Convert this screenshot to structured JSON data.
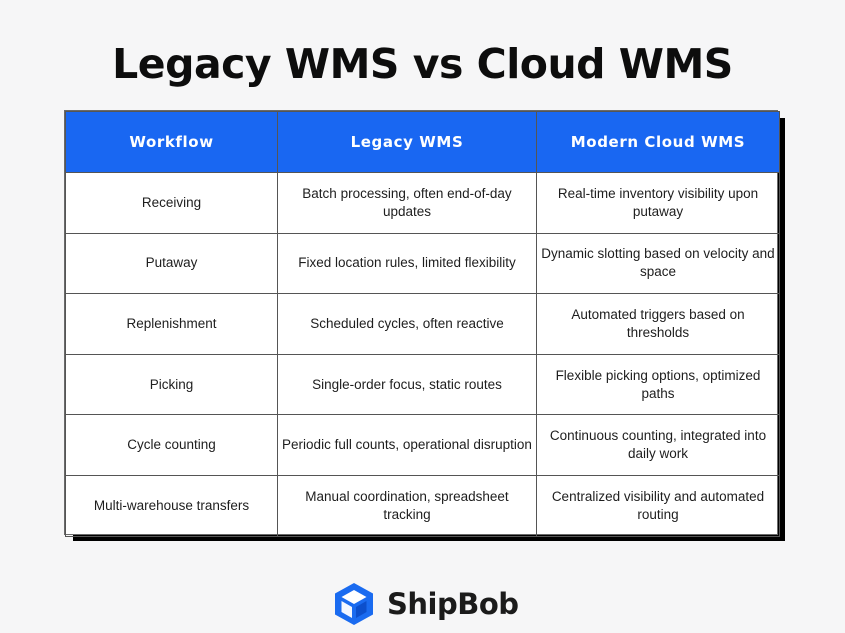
{
  "title": "Legacy WMS vs Cloud WMS",
  "table": {
    "headers": [
      "Workflow",
      "Legacy WMS",
      "Modern Cloud WMS"
    ],
    "rows": [
      [
        "Receiving",
        "Batch processing, often end-of-day updates",
        "Real-time inventory visibility upon putaway"
      ],
      [
        "Putaway",
        "Fixed location rules, limited flexibility",
        "Dynamic slotting based on velocity and space"
      ],
      [
        "Replenishment",
        "Scheduled cycles, often reactive",
        "Automated triggers based on thresholds"
      ],
      [
        "Picking",
        "Single-order focus, static routes",
        "Flexible picking options, optimized paths"
      ],
      [
        "Cycle counting",
        "Periodic full counts, operational disruption",
        "Continuous counting, integrated into daily work"
      ],
      [
        "Multi-warehouse transfers",
        "Manual coordination, spreadsheet tracking",
        "Centralized visibility and automated routing"
      ]
    ]
  },
  "brand": {
    "name": "ShipBob",
    "icon": "shipbob-cube-logo-icon"
  },
  "colors": {
    "header_bg": "#1967f2",
    "header_text": "#ffffff",
    "background": "#f6f6f7",
    "shadow": "#000000",
    "logo_blue": "#1a6bf0"
  }
}
